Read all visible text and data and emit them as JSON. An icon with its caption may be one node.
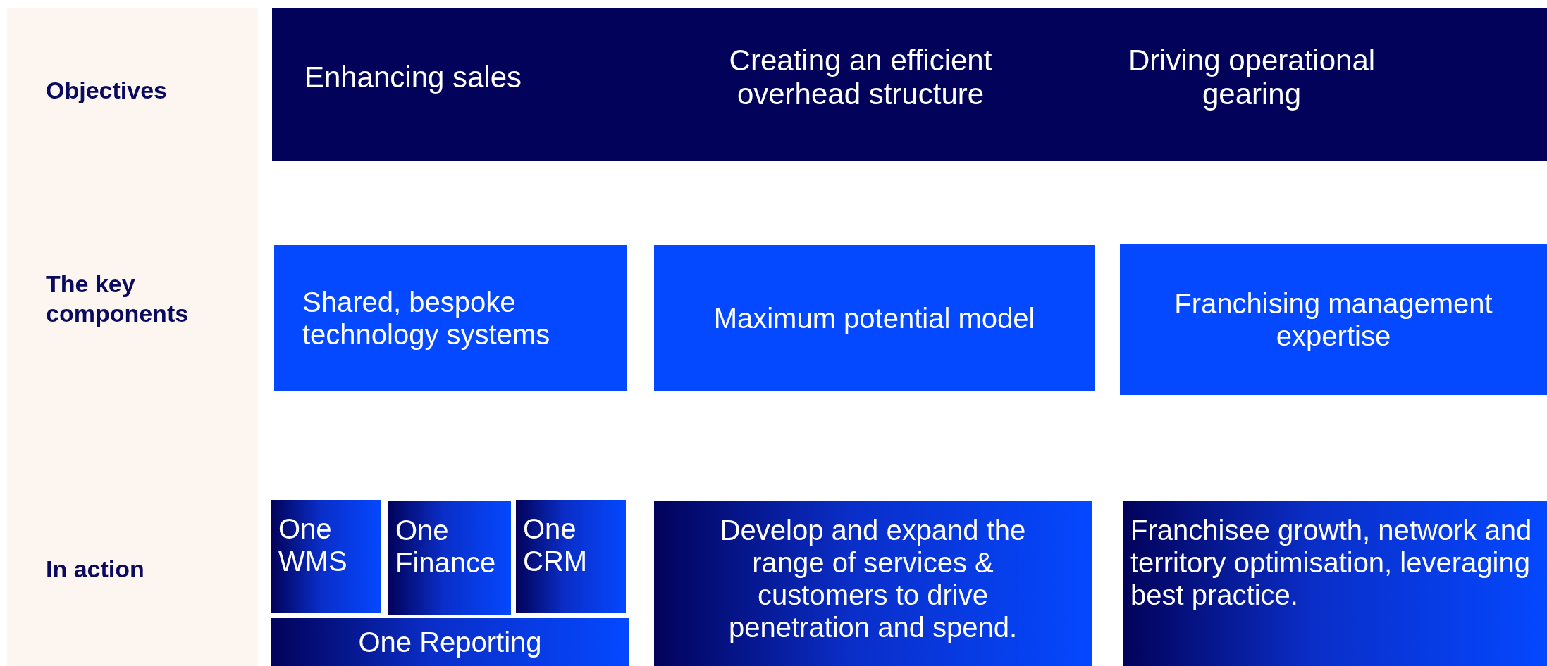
{
  "diagram": {
    "nodes": [
      {
        "text": [
          "Objectives",
          "The key components",
          "In action"
        ]
      },
      {
        "text": [
          "Enhancing sales",
          "Creating an efficient overhead structure",
          "Driving operational gearing"
        ]
      },
      {
        "text": [
          "Shared, bespoke technology systems"
        ]
      },
      {
        "text": [
          "Maximum potential model"
        ]
      },
      {
        "text": [
          "Franchising management expertise"
        ]
      },
      {
        "text": [
          "One WMS"
        ]
      },
      {
        "text": [
          "One Finance"
        ]
      },
      {
        "text": [
          "One CRM"
        ]
      },
      {
        "text": [
          "One Reporting"
        ]
      },
      {
        "text": [
          "Develop and expand the range of services & customers to drive penetration and spend."
        ]
      },
      {
        "text": [
          "Franchisee growth, network and territory optimisation, leveraging best practice."
        ]
      }
    ]
  }
}
